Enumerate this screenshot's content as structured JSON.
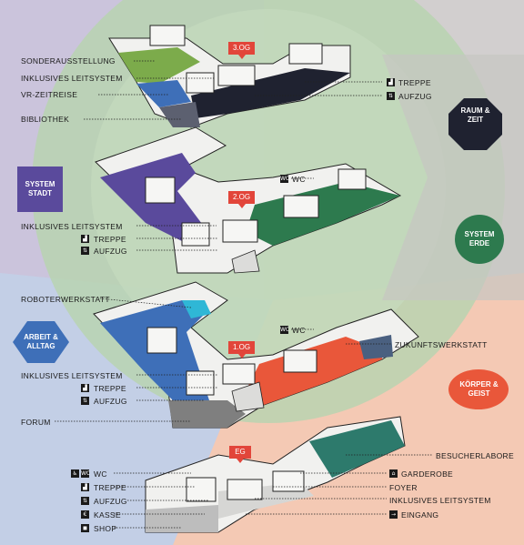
{
  "colors": {
    "raum_zeit": "#1f2230",
    "system_stadt": "#5a4a9c",
    "system_erde": "#2d7a4e",
    "arbeit_alltag": "#3e6fb8",
    "koerper_geist": "#e9573a",
    "floor_badge": "#e2453a",
    "eg_teal": "#2d7a6c",
    "grey_floor": "#7f7f7f"
  },
  "floors": {
    "og3": "3.OG",
    "og2": "2.OG",
    "og1": "1.OG",
    "eg": "EG"
  },
  "themes": {
    "raum_zeit": "RAUM &\nZEIT",
    "system_stadt": "SYSTEM\nSTADT",
    "system_erde": "SYSTEM\nERDE",
    "arbeit_alltag": "ARBEIT &\nALLTAG",
    "koerper_geist": "KÖRPER &\nGEIST"
  },
  "labels_3og": {
    "sonderausstellung": "SONDERAUSSTELLUNG",
    "inklusives": "INKLUSIVES LEITSYSTEM",
    "vr": "VR-ZEITREISE",
    "bibliothek": "BIBLIOTHEK",
    "treppe": "TREPPE",
    "aufzug": "AUFZUG"
  },
  "labels_2og": {
    "wc": "WC",
    "inklusives": "INKLUSIVES LEITSYSTEM",
    "treppe": "TREPPE",
    "aufzug": "AUFZUG"
  },
  "labels_1og": {
    "roboter": "ROBOTERWERKSTATT",
    "wc": "WC",
    "zukunft": "ZUKUNFTSWERKSTATT",
    "inklusives": "INKLUSIVES LEITSYSTEM",
    "treppe": "TREPPE",
    "aufzug": "AUFZUG",
    "forum": "FORUM"
  },
  "labels_eg": {
    "besucherlabore": "BESUCHERLABORE",
    "wc": "WC",
    "treppe": "TREPPE",
    "aufzug": "AUFZUG",
    "kasse": "KASSE",
    "shop": "SHOP",
    "garderobe": "GARDEROBE",
    "foyer": "FOYER",
    "inklusives": "INKLUSIVES LEITSYSTEM",
    "eingang": "EINGANG"
  },
  "icons": {
    "stairs": "stairs-icon",
    "elevator": "elevator-icon",
    "wc": "wc-icon",
    "cash": "cash-register-icon",
    "shop": "shop-icon",
    "wardrobe": "wardrobe-icon",
    "entrance": "entrance-icon",
    "accessible": "wheelchair-icon"
  }
}
